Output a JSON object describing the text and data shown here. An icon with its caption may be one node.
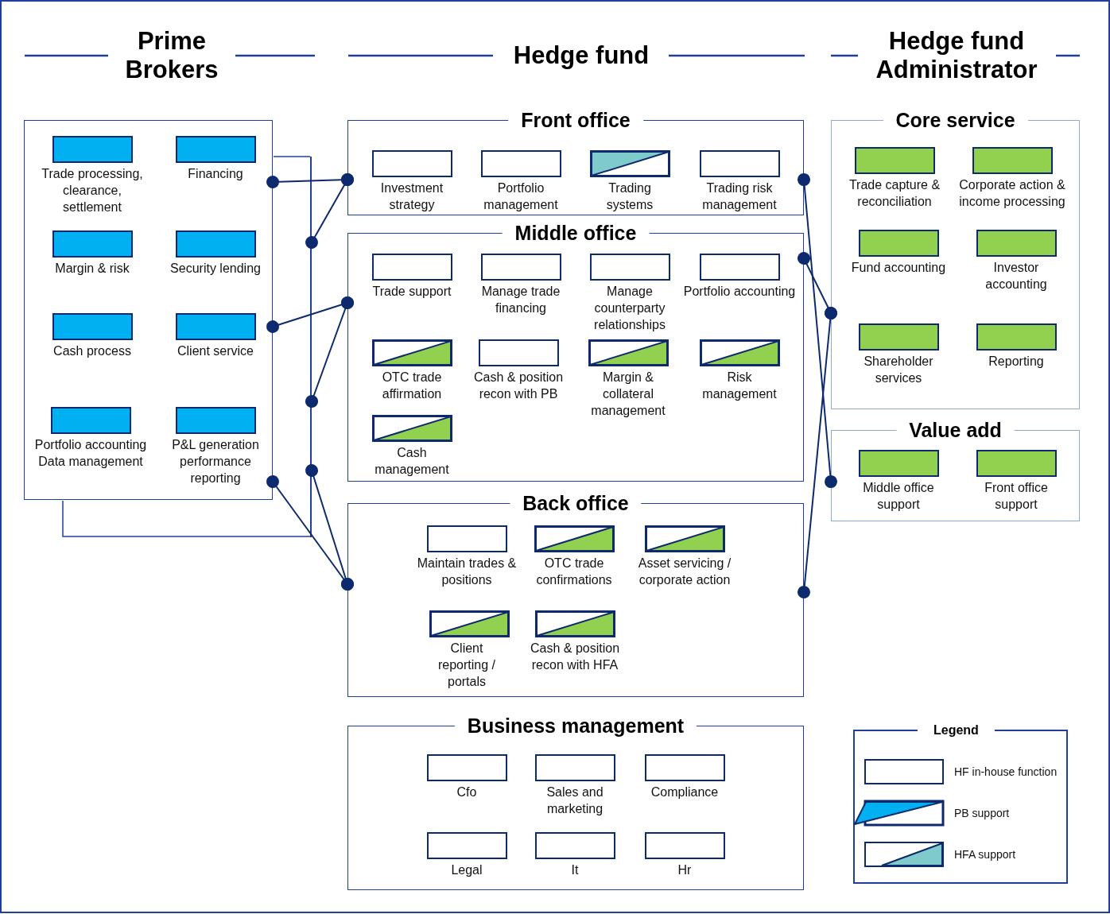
{
  "diagram": {
    "nodes": [
      {
        "text": [],
        "shape": "box"
      },
      {
        "text": [],
        "shape": "bar"
      },
      {
        "text": [
          "Trade processing, clearance, settlement"
        ],
        "in": 0
      },
      {
        "text": [
          "Financing"
        ],
        "in": 0
      },
      {
        "text": [
          "Margin & risk"
        ],
        "in": 0
      },
      {
        "text": [
          "Security lending"
        ],
        "in": 0
      },
      {
        "text": [
          "Cash process"
        ],
        "in": 0
      },
      {
        "text": [
          "Client service"
        ],
        "in": 0
      },
      {
        "text": [
          "Portfolio accounting Data management"
        ],
        "in": 0
      },
      {
        "text": [
          "P&L generation performance reporting"
        ],
        "in": 0
      },
      {
        "text": [
          "Front office"
        ]
      },
      {
        "text": [
          "Investment strategy"
        ],
        "in": 10
      },
      {
        "text": [
          "Portfolio management"
        ],
        "in": 10
      },
      {
        "text": [
          "Trading systems"
        ],
        "in": 10
      },
      {
        "text": [
          "Trading risk management"
        ],
        "in": 10
      },
      {
        "text": [
          "Middle office"
        ]
      },
      {
        "text": [
          "Trade support"
        ],
        "in": 15
      },
      {
        "text": [
          "Manage trade financing"
        ],
        "in": 15
      },
      {
        "text": [
          "Manage counterparty relationships"
        ],
        "in": 15
      },
      {
        "text": [
          "Portfolio accounting"
        ],
        "in": 15
      },
      {
        "text": [
          "OTC trade affirmation"
        ],
        "in": 15
      },
      {
        "text": [
          "Cash & position recon with PB"
        ],
        "in": 15
      },
      {
        "text": [
          "Margin & collateral management"
        ],
        "in": 15
      },
      {
        "text": [
          "Risk management"
        ],
        "in": 15
      },
      {
        "text": [
          "Cash management"
        ],
        "in": 15
      },
      {
        "text": [
          "Back office"
        ]
      },
      {
        "text": [
          "Maintain trades & positions"
        ],
        "in": 25
      },
      {
        "text": [
          "OTC trade confirmations"
        ],
        "in": 25
      },
      {
        "text": [
          "Asset servicing / corporate action"
        ],
        "in": 25
      },
      {
        "text": [
          "Client reporting / portals"
        ],
        "in": 25
      },
      {
        "text": [
          "Cash & position recon with HFA"
        ],
        "in": 25
      },
      {
        "text": [
          "Business management"
        ]
      },
      {
        "text": [
          "Cfo"
        ],
        "in": 31
      },
      {
        "text": [
          "Sales and marketing"
        ],
        "in": 31
      },
      {
        "text": [
          "Compliance"
        ],
        "in": 31
      },
      {
        "text": [
          "Legal"
        ],
        "in": 31
      },
      {
        "text": [
          "It"
        ],
        "in": 31
      },
      {
        "text": [
          "Hr"
        ],
        "in": 31
      },
      {
        "text": [
          "Core service"
        ]
      },
      {
        "text": [
          "Trade capture & reconciliation"
        ],
        "in": 38
      },
      {
        "text": [
          "Corporate action & income processing"
        ],
        "in": 38
      },
      {
        "text": [
          "Fund accounting"
        ],
        "in": 38
      },
      {
        "text": [
          "Investor accounting"
        ],
        "in": 38
      },
      {
        "text": [
          "Shareholder services"
        ],
        "in": 38
      },
      {
        "text": [
          "Reporting"
        ],
        "in": 38
      },
      {
        "text": [
          "Value add"
        ]
      },
      {
        "text": [
          "Middle office support"
        ],
        "in": 45
      },
      {
        "text": [
          "Front office support"
        ],
        "in": 45
      }
    ],
    "edges": [
      {
        "from": 0,
        "to": 10,
        "arrow": "other"
      },
      {
        "from": 1,
        "to": 10,
        "arrow": "other"
      },
      {
        "from": 0,
        "to": 15,
        "arrow": "other"
      },
      {
        "from": 1,
        "to": 15,
        "arrow": "other"
      },
      {
        "from": 1,
        "to": 25,
        "arrow": "other"
      },
      {
        "from": 0,
        "to": 25,
        "arrow": "other"
      },
      {
        "from": 10,
        "to": 45,
        "arrow": "other"
      },
      {
        "from": 15,
        "to": 38,
        "arrow": "other"
      },
      {
        "from": 25,
        "to": 38,
        "arrow": "other"
      }
    ],
    "labels": [
      "Prime Brokers",
      "Hedge fund",
      "Hedge fund Administrator",
      "Legend"
    ],
    "legend": [
      {
        "text": "HF in-house function"
      },
      {
        "text": "PB support"
      },
      {
        "text": "HFA support"
      }
    ]
  }
}
